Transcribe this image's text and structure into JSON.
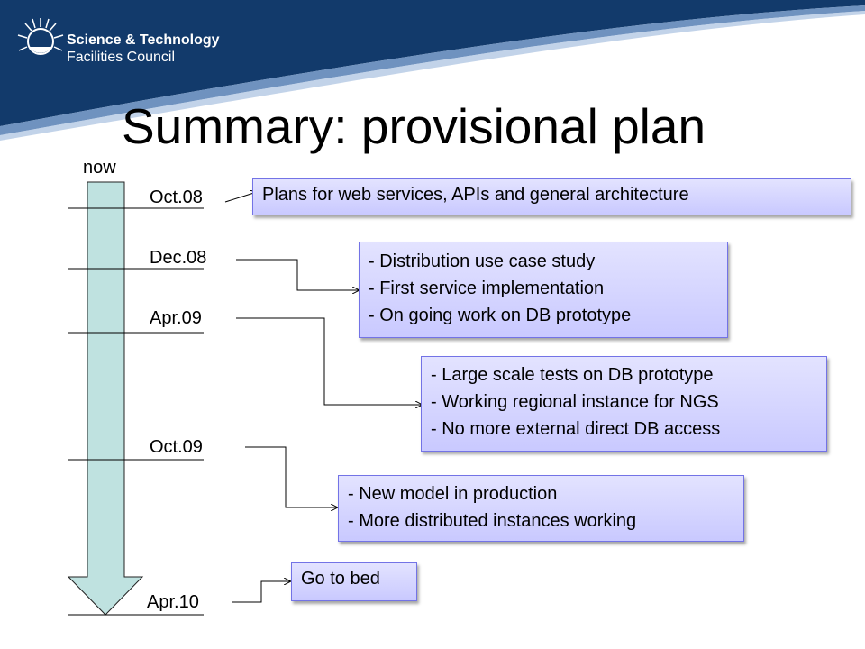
{
  "logo": {
    "line1": "Science & Technology",
    "line2": "Facilities Council"
  },
  "title": "Summary: provisional plan",
  "timeline": {
    "now_label": "now",
    "dates": [
      "Oct.08",
      "Dec.08",
      "Apr.09",
      "Oct.09",
      "Apr.10"
    ]
  },
  "boxes": [
    {
      "lines": [
        "Plans for web services, APIs and general architecture"
      ]
    },
    {
      "lines": [
        "- Distribution use case study",
        "- First service implementation",
        "- On going work on DB prototype"
      ]
    },
    {
      "lines": [
        "- Large scale tests on DB prototype",
        "- Working regional instance for NGS",
        "- No more external direct DB access"
      ]
    },
    {
      "lines": [
        "- New model in production",
        "- More distributed instances working"
      ]
    },
    {
      "lines": [
        "Go to bed"
      ]
    }
  ],
  "colors": {
    "header_blue": "#123a6b",
    "arrow_fill": "#bfe2e0",
    "box_border": "#7373e6"
  }
}
